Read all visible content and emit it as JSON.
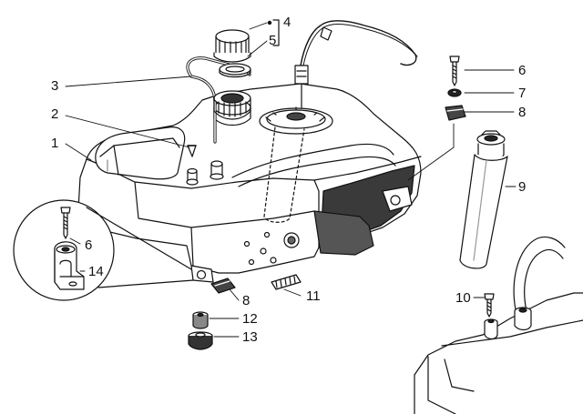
{
  "diagram": {
    "line_color": "#111111",
    "fill_color": "#ffffff",
    "shade_color": "#bdbdbd",
    "parts": [
      {
        "number": "1",
        "icon": "fuel-tank-icon"
      },
      {
        "number": "2",
        "icon": "vent-valve-icon"
      },
      {
        "number": "3",
        "icon": "breather-pipe-icon"
      },
      {
        "number": "4",
        "icon": "filler-cap-icon"
      },
      {
        "number": "5",
        "icon": "cap-seal-icon"
      },
      {
        "number": "6",
        "icon": "screw-icon"
      },
      {
        "number": "7",
        "icon": "washer-icon"
      },
      {
        "number": "8",
        "icon": "clip-nut-icon"
      },
      {
        "number": "9",
        "icon": "fuel-pump-icon"
      },
      {
        "number": "10",
        "icon": "screw-icon"
      },
      {
        "number": "11",
        "icon": "rubber-strip-icon"
      },
      {
        "number": "12",
        "icon": "spacer-bushing-icon"
      },
      {
        "number": "13",
        "icon": "rubber-grommet-icon"
      },
      {
        "number": "14",
        "icon": "mounting-bracket-icon"
      }
    ]
  }
}
